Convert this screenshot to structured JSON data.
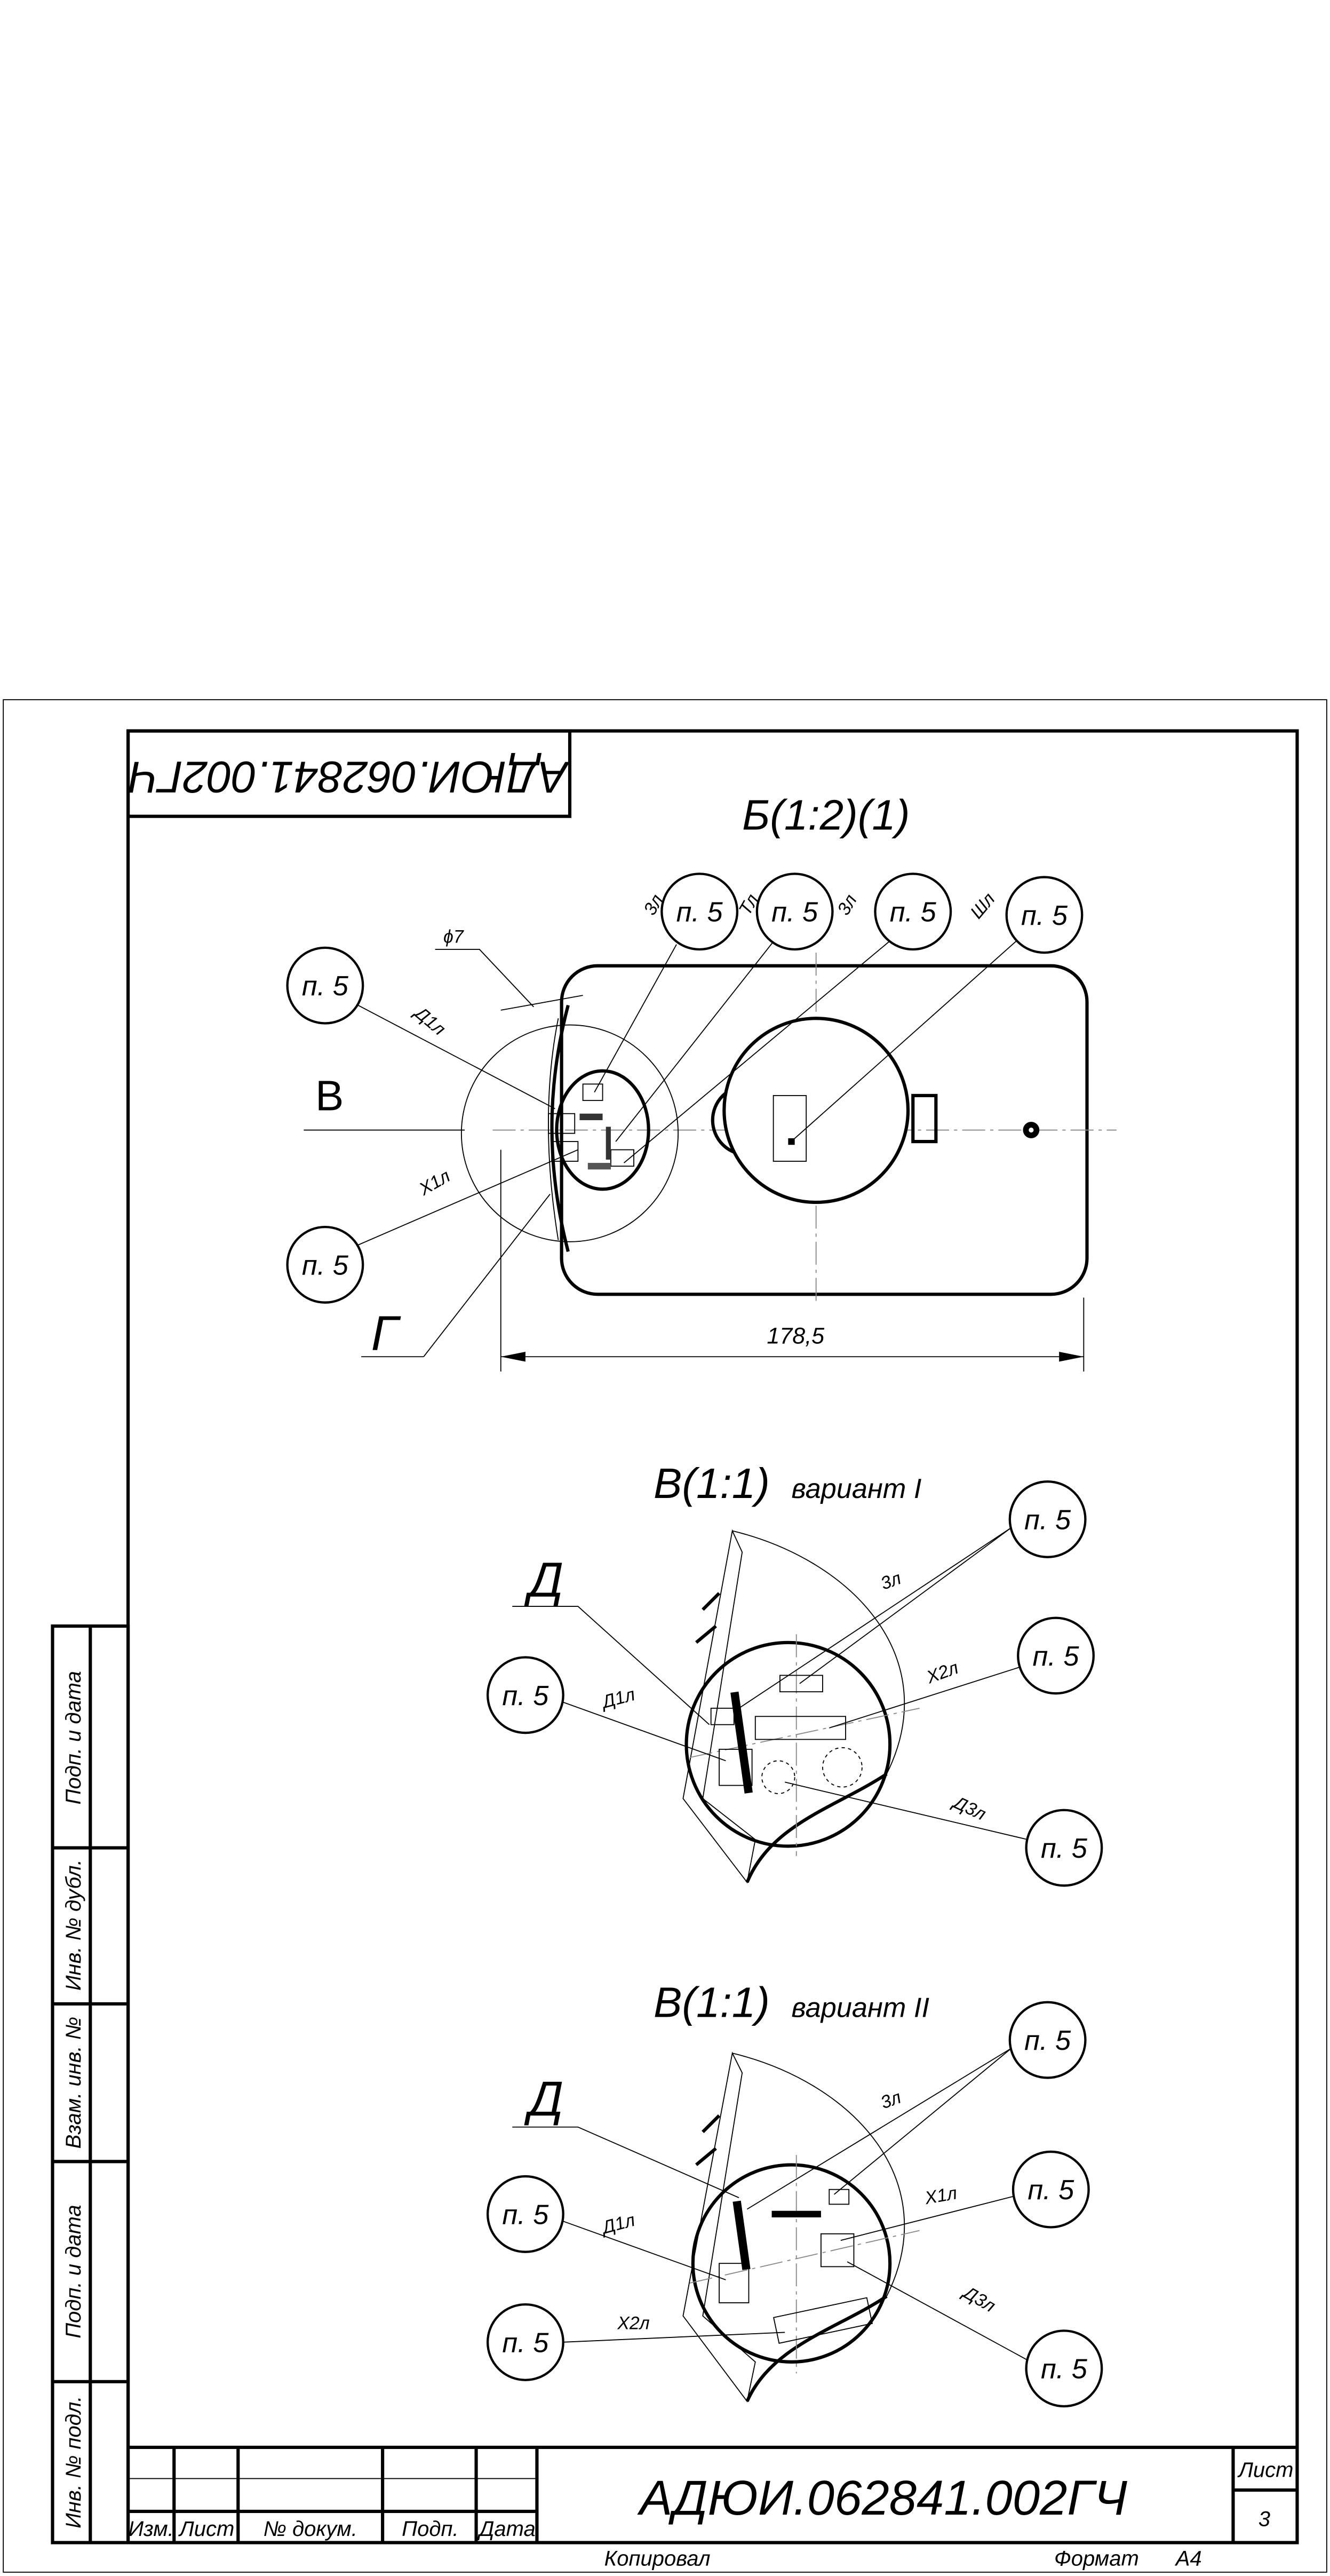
{
  "document": {
    "code_rotated": "АДЮИ.062841.002ГЧ"
  },
  "view_b": {
    "title": "Б(1:2)(1)",
    "refs": [
      "п. 5",
      "п. 5",
      "п. 5",
      "п. 5",
      "п. 5",
      "п. 5"
    ],
    "labels": {
      "diameter": "ϕ7",
      "d1": "Д1л",
      "z1": "3л",
      "t": "Тл",
      "z2": "3л",
      "sh": "Шл",
      "x1": "Х1л",
      "section_v": "В",
      "section_g": "Г",
      "dimension": "178,5"
    }
  },
  "view_v1": {
    "title": "В(1:1)",
    "variant": "вариант I",
    "detail": "Д",
    "refs": [
      "п. 5",
      "п. 5",
      "п. 5",
      "п. 5"
    ],
    "labels": {
      "z": "3л",
      "x2": "Х2л",
      "d1": "Д1л",
      "d3": "Д3л"
    }
  },
  "view_v2": {
    "title": "В(1:1)",
    "variant": "вариант II",
    "detail": "Д",
    "refs": [
      "п. 5",
      "п. 5",
      "п. 5",
      "п. 5",
      "п. 5"
    ],
    "labels": {
      "z": "3л",
      "x1": "Х1л",
      "d1": "Д1л",
      "x2": "Х2л",
      "d3": "Д3л"
    }
  },
  "side_stamps": [
    "Подп. и дата",
    "Инв. № дубл.",
    "Взам. инв. №",
    "Подп. и дата",
    "Инв. № подл."
  ],
  "title_block": {
    "columns": [
      "Изм.",
      "Лист",
      "№ докум.",
      "Подп.",
      "Дата"
    ],
    "designation": "АДЮИ.062841.002ГЧ",
    "sheet_label": "Лист",
    "sheet_number": "3"
  },
  "footer": {
    "copied": "Копировал",
    "format_label": "Формат",
    "format_value": "A4"
  }
}
